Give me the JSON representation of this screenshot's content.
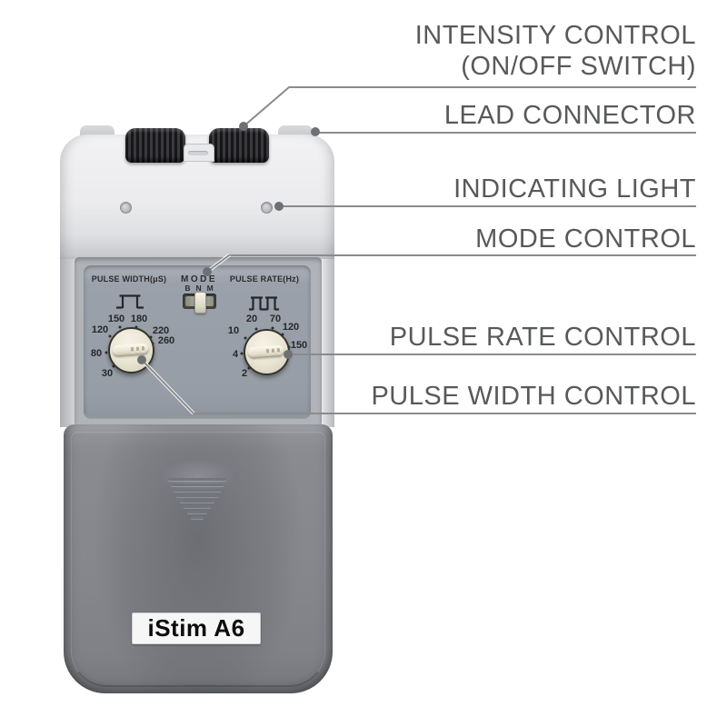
{
  "page": {
    "background": "#ffffff"
  },
  "callouts": [
    {
      "id": "intensity-control",
      "lines": [
        "INTENSITY CONTROL",
        "(ON/OFF SWITCH)"
      ]
    },
    {
      "id": "lead-connector",
      "lines": [
        "LEAD CONNECTOR"
      ]
    },
    {
      "id": "indicating-light",
      "lines": [
        "INDICATING LIGHT"
      ]
    },
    {
      "id": "mode-control",
      "lines": [
        "MODE CONTROL"
      ]
    },
    {
      "id": "pulse-rate-control",
      "lines": [
        "PULSE RATE CONTROL"
      ]
    },
    {
      "id": "pulse-width-control",
      "lines": [
        "PULSE WIDTH CONTROL"
      ]
    }
  ],
  "device": {
    "model_label": "iStim A6",
    "mode": {
      "title": "MODE",
      "options": [
        "B",
        "N",
        "M"
      ]
    },
    "pulse_width_dial": {
      "title": "PULSE WIDTH(μS)",
      "scale_values": [
        "30",
        "80",
        "120",
        "150",
        "180",
        "220",
        "260"
      ]
    },
    "pulse_rate_dial": {
      "title": "PULSE RATE(Hz)",
      "scale_values": [
        "2",
        "4",
        "10",
        "20",
        "70",
        "120",
        "150"
      ]
    }
  },
  "colors": {
    "label_text": "#58595b",
    "callout_line": "#8a8b8e",
    "callout_dot": "#6f7073",
    "panel_gray_blue": "#99a0a9",
    "body_light": "#ebebed",
    "battery_cover": "#85878d",
    "knob_dark": "#2b2b2e",
    "dial_cream": "#ece7d6"
  }
}
